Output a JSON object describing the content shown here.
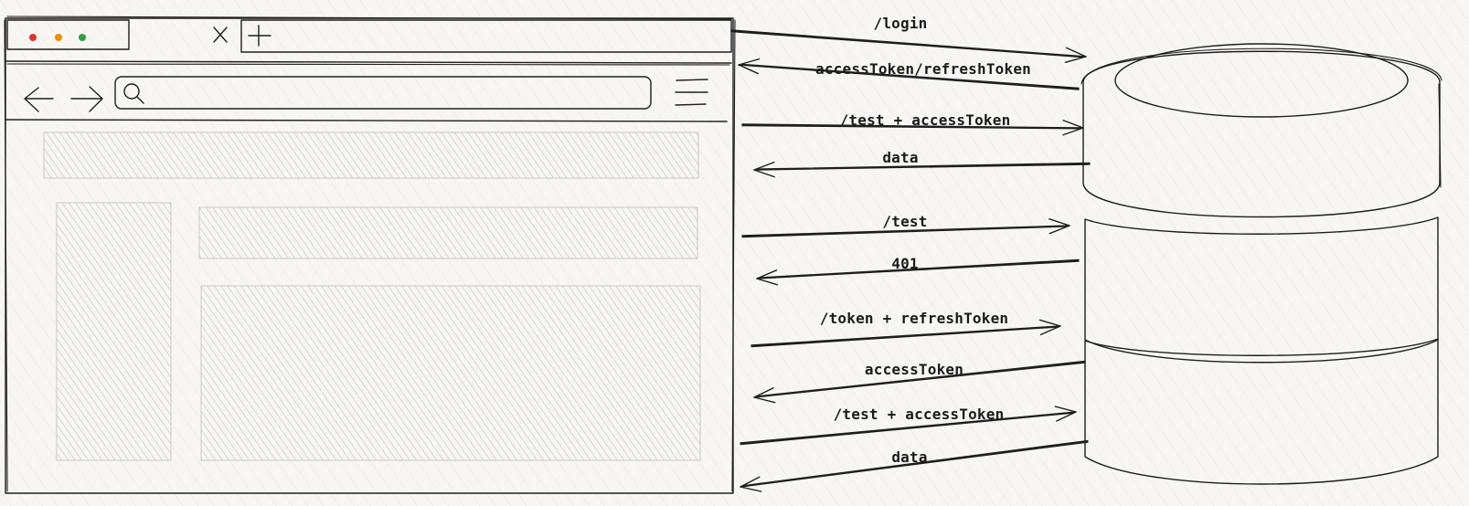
{
  "browser": {
    "chrome_fill": "#ced4da",
    "dot_colors": [
      "#e03131",
      "#f08c00",
      "#2f9e44"
    ],
    "tab_close_glyph": "×",
    "new_tab_glyph": "+",
    "icons": [
      "back-arrow-icon",
      "forward-arrow-icon",
      "search-icon",
      "hamburger-menu-icon"
    ]
  },
  "server": {
    "shape": "database-cylinder",
    "hatch_color": "#1e1e1e"
  },
  "messages": [
    {
      "label": "/login",
      "direction": "to-server"
    },
    {
      "label": "accessToken/refreshToken",
      "direction": "to-client"
    },
    {
      "label": "/test + accessToken",
      "direction": "to-server"
    },
    {
      "label": "data",
      "direction": "to-client"
    },
    {
      "label": "/test",
      "direction": "to-server"
    },
    {
      "label": "401",
      "direction": "to-client"
    },
    {
      "label": "/token + refreshToken",
      "direction": "to-server"
    },
    {
      "label": "accessToken",
      "direction": "to-client"
    },
    {
      "label": "/test + accessToken",
      "direction": "to-server"
    },
    {
      "label": "data",
      "direction": "to-client"
    }
  ]
}
